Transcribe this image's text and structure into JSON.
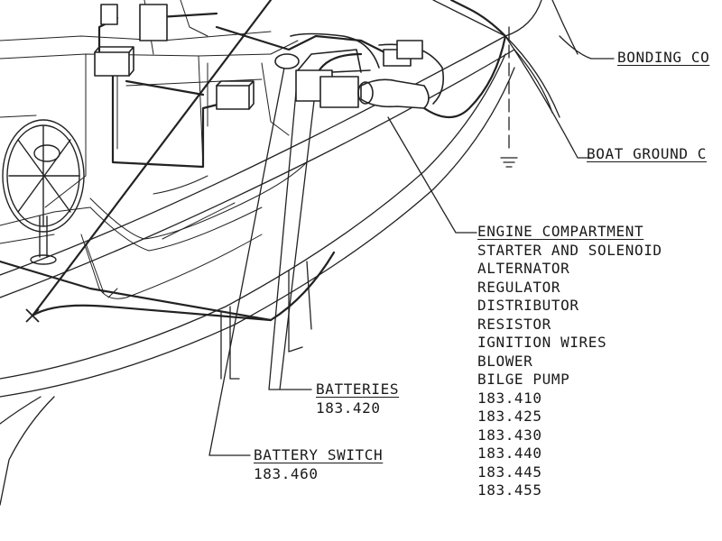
{
  "labels": {
    "bonding": {
      "title": "BONDING CO"
    },
    "boat_ground": {
      "title": "BOAT GROUND C"
    },
    "engine": {
      "title": "ENGINE COMPARTMENT",
      "items": [
        "STARTER AND SOLENOID",
        "ALTERNATOR",
        "REGULATOR",
        "DISTRIBUTOR",
        "RESISTOR",
        "IGNITION WIRES",
        "BLOWER",
        "BILGE PUMP",
        "183.410",
        "183.425",
        "183.430",
        "183.440",
        "183.445",
        "183.455"
      ]
    },
    "batteries": {
      "title": "BATTERIES",
      "ref": "183.420"
    },
    "battery_switch": {
      "title": "BATTERY SWITCH",
      "ref": "183.460"
    }
  }
}
